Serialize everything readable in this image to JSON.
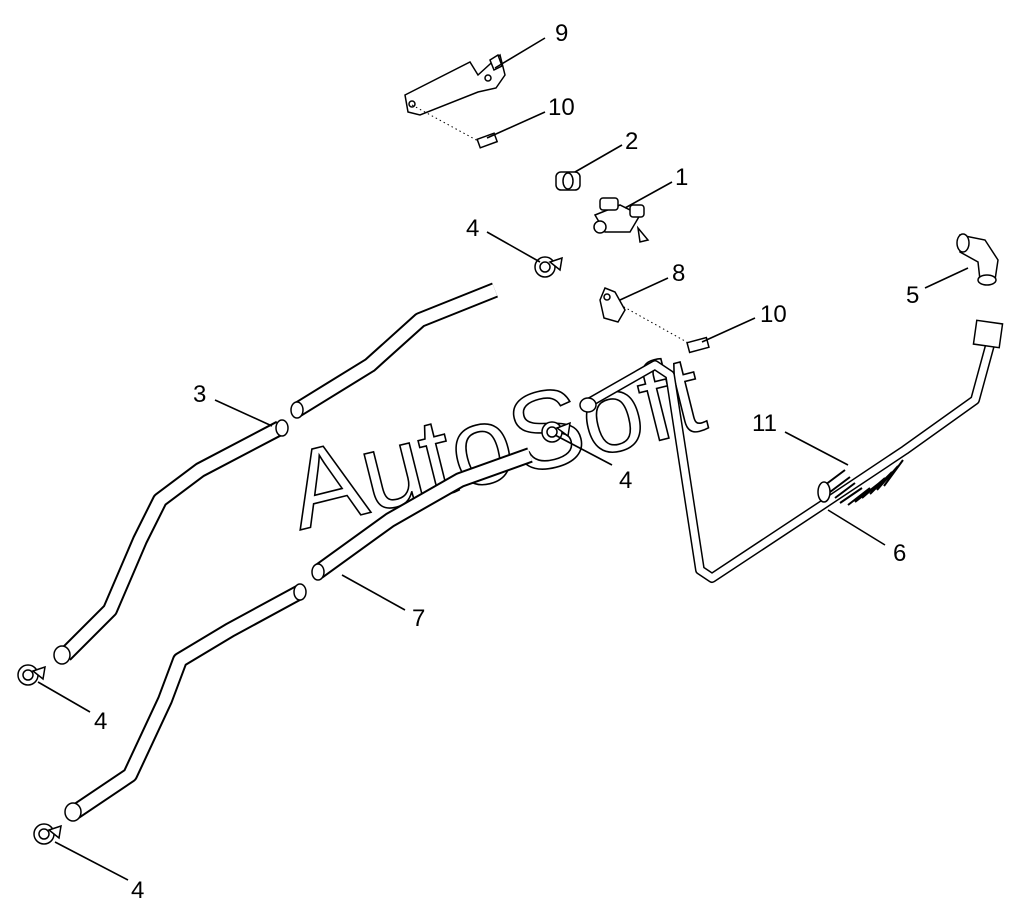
{
  "watermark": "AutoSoft",
  "callouts": {
    "c1": "1",
    "c2": "2",
    "c3": "3",
    "c4a": "4",
    "c4b": "4",
    "c4c": "4",
    "c4d": "4",
    "c5": "5",
    "c6": "6",
    "c7": "7",
    "c8": "8",
    "c9": "9",
    "c10a": "10",
    "c10b": "10",
    "c11": "11"
  }
}
